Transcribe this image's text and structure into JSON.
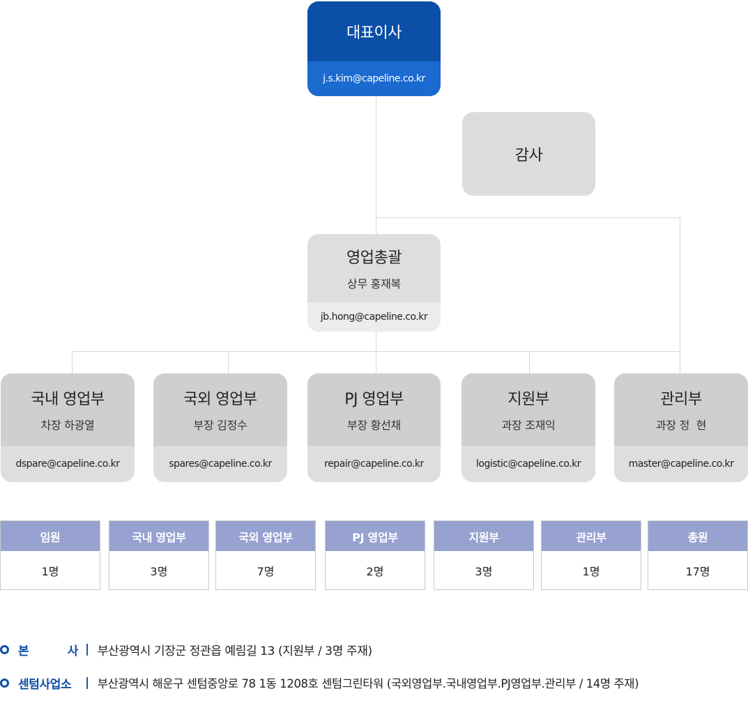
{
  "org": {
    "ceo": {
      "title": "대표이사",
      "email": "j.s.kim@capeline.co.kr"
    },
    "audit": {
      "title": "감사"
    },
    "sales_head": {
      "title": "영업총괄",
      "person": "상무 홍재복",
      "email": "jb.hong@capeline.co.kr"
    },
    "departments": [
      {
        "title": "국내 영업부",
        "person": "차장 하광열",
        "email": "dspare@capeline.co.kr"
      },
      {
        "title": "국외 영업부",
        "person": "부장 김정수",
        "email": "spares@capeline.co.kr"
      },
      {
        "title": "PJ 영업부",
        "person": "부장 황선채",
        "email": "repair@capeline.co.kr"
      },
      {
        "title": "지원부",
        "person": "과장 조재익",
        "email": "logistic@capeline.co.kr"
      },
      {
        "title": "관리부",
        "person": "과장 정  현",
        "email": "master@capeline.co.kr"
      }
    ]
  },
  "headcount": [
    {
      "label": "임원",
      "value": "1명"
    },
    {
      "label": "국내 영업부",
      "value": "3명"
    },
    {
      "label": "국외 영업부",
      "value": "7명"
    },
    {
      "label": "PJ 영업부",
      "value": "2명"
    },
    {
      "label": "지원부",
      "value": "3명"
    },
    {
      "label": "관리부",
      "value": "1명"
    },
    {
      "label": "총원",
      "value": "17명"
    }
  ],
  "addresses": [
    {
      "label_a": "본",
      "label_b": "사",
      "separator": "|",
      "text": "부산광역시 기장군 정관읍 예림길 13 (지원부 / 3명 주재)"
    },
    {
      "label_a": "센텀사업소",
      "label_b": "",
      "separator": "|",
      "text": "부산광역시 해운구 센텀중앙로 78 1동 1208호 센텀그린타워 (국외영업부.국내영업부.PJ영업부.관리부 / 14명 주재)"
    }
  ],
  "colors": {
    "ceo_top": "#0b4fa6",
    "ceo_bottom": "#1a6ad0",
    "stat_header": "#97a2d1",
    "accent": "#0b4fa6"
  }
}
